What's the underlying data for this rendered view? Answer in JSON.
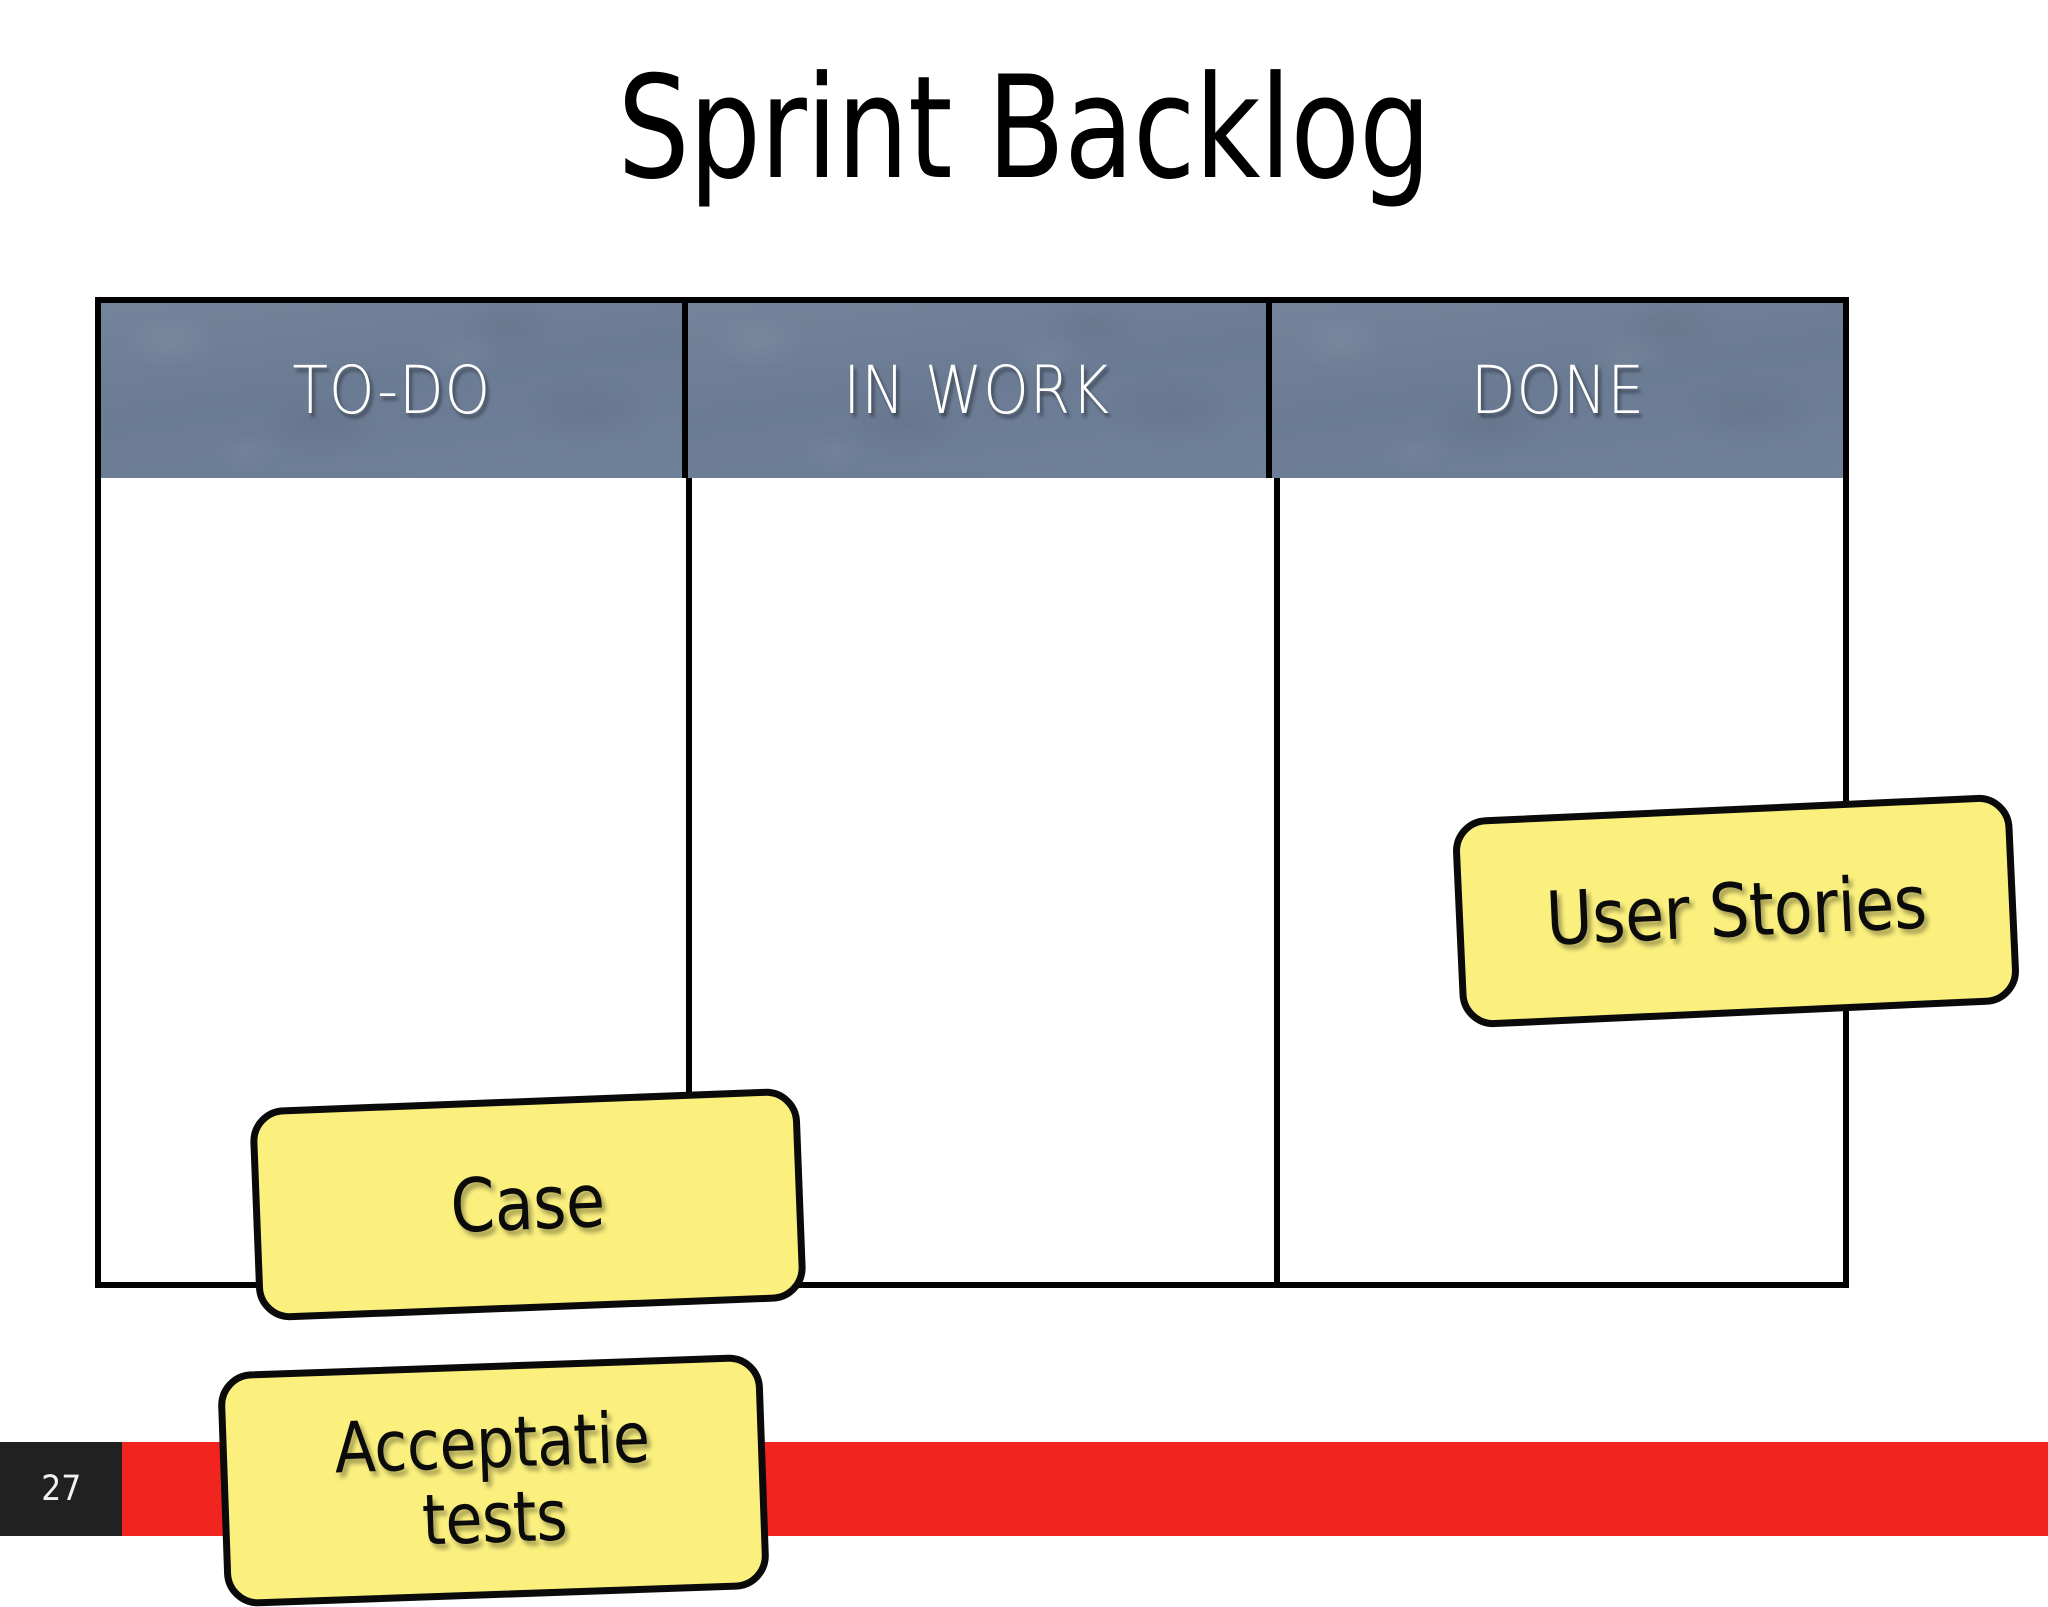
{
  "slide": {
    "title": "Sprint Backlog",
    "page_number": "27"
  },
  "board": {
    "columns": [
      {
        "id": "todo",
        "header": "TO-DO",
        "notes": [
          {
            "id": "case",
            "text": "Case"
          },
          {
            "id": "acceptatie-tests",
            "text": "Acceptatie\ntests"
          }
        ]
      },
      {
        "id": "in-work",
        "header": "IN WORK",
        "notes": []
      },
      {
        "id": "done",
        "header": "DONE",
        "notes": [
          {
            "id": "user-stories",
            "text": "User Stories"
          }
        ]
      }
    ]
  },
  "colors": {
    "header_fill": "#6e7f97",
    "header_text": "#ffffff",
    "note_fill": "#fbf07e",
    "note_border": "#0a0a0a",
    "board_border": "#000000",
    "footer_accent": "#f2241f",
    "footer_page_block": "#212121",
    "background": "#ffffff"
  }
}
